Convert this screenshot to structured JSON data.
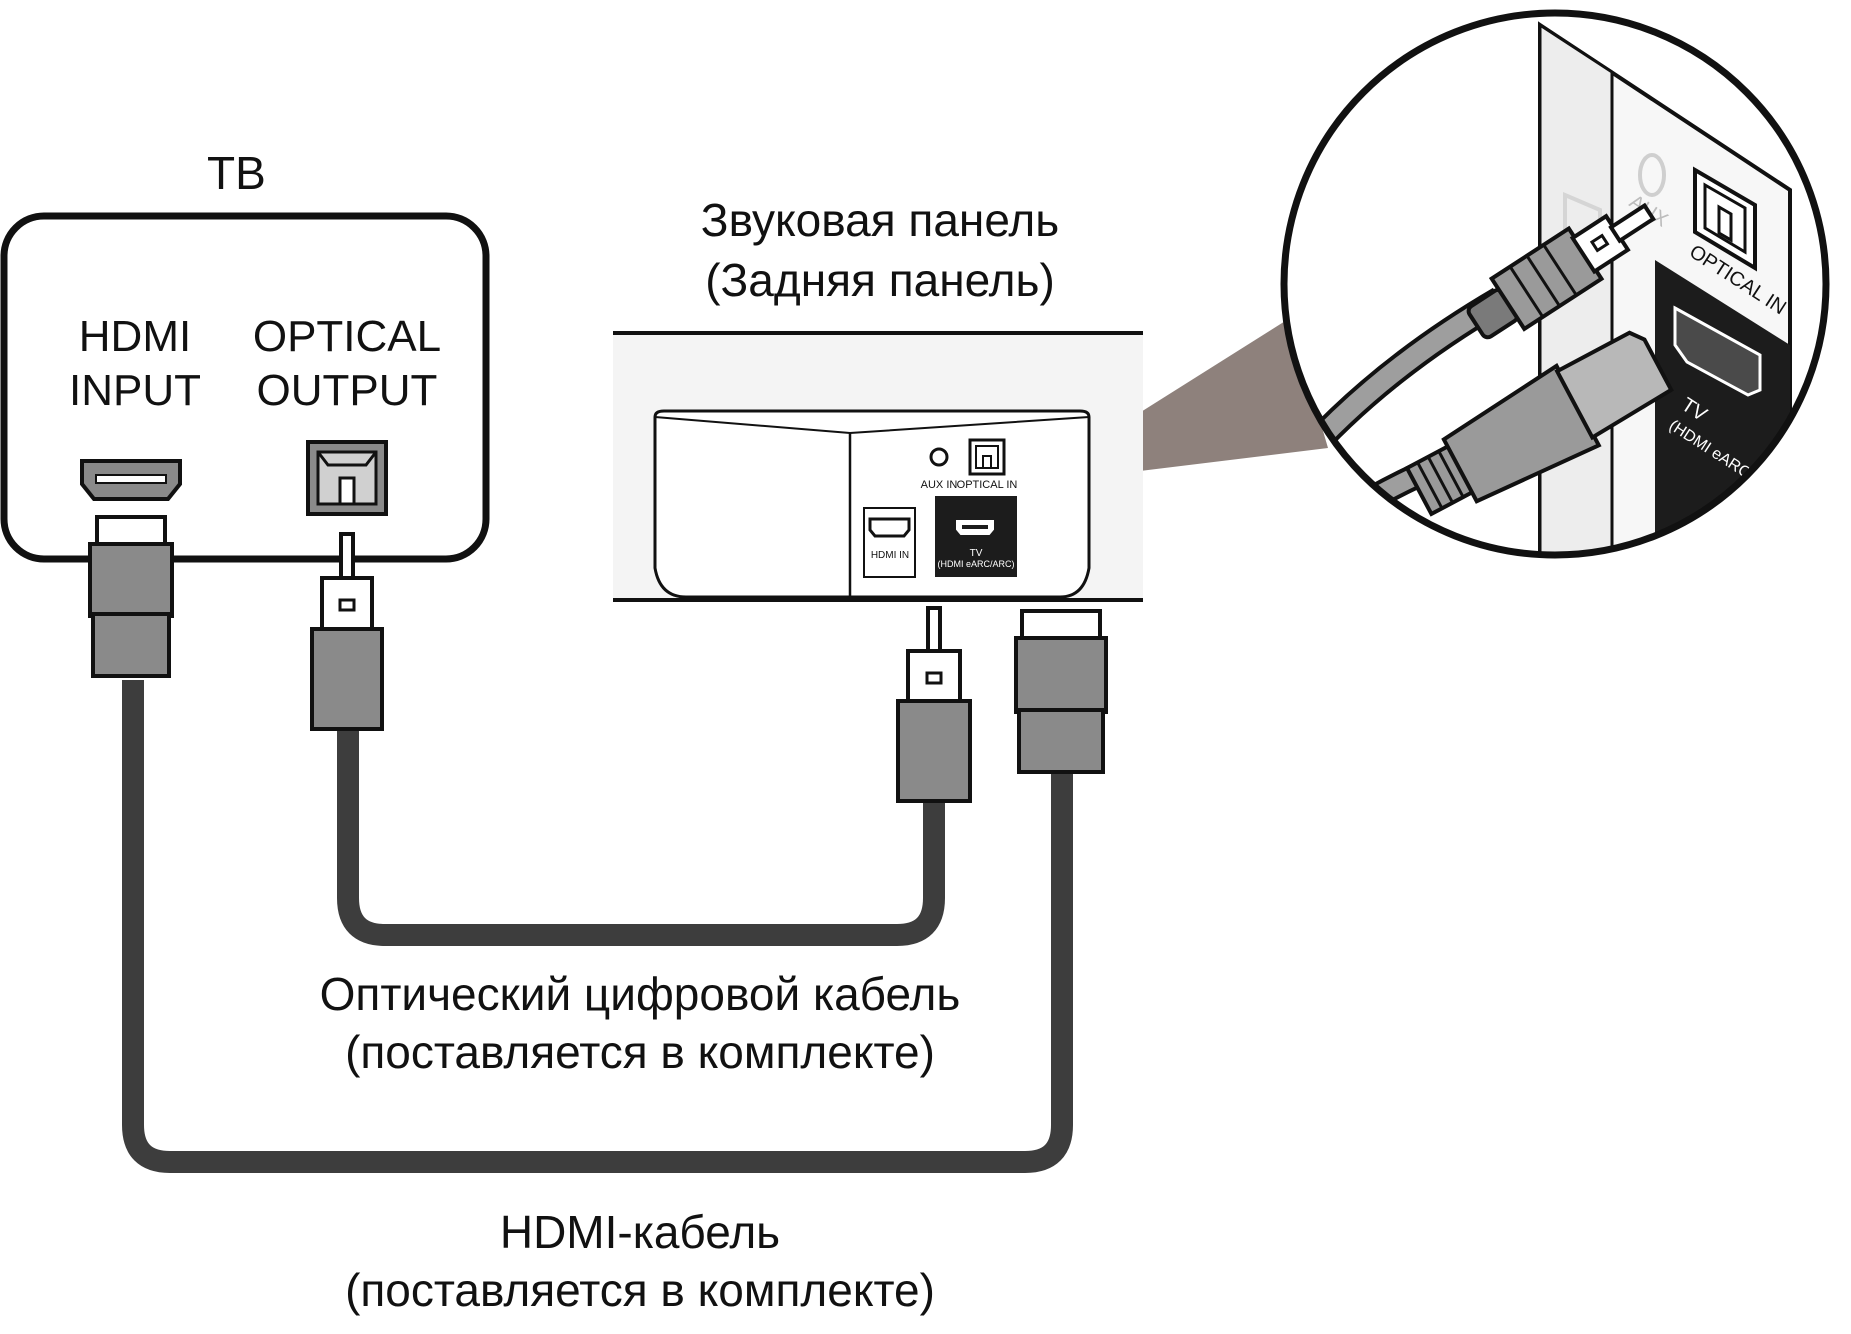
{
  "tv": {
    "title": "ТВ",
    "hdmi_port": [
      "HDMI",
      "INPUT"
    ],
    "optical_port": [
      "OPTICAL",
      "OUTPUT"
    ]
  },
  "soundbar": {
    "title": [
      "Звуковая панель",
      "(Задняя панель)"
    ],
    "ports": {
      "aux": "AUX IN",
      "optical": "OPTICAL IN",
      "hdmi_in": "HDMI IN",
      "tv": [
        "TV",
        "(HDMI eARC/ARC)"
      ]
    }
  },
  "zoom": {
    "aux": "AUX",
    "optical": "OPTICAL IN",
    "tv": [
      "TV",
      "(HDMI eARC/ARC)"
    ]
  },
  "cables": {
    "optical": [
      "Оптический цифровой кабель",
      "(поставляется в комплекте)"
    ],
    "hdmi": [
      "HDMI-кабель",
      "(поставляется в комплекте)"
    ]
  },
  "colors": {
    "line": "#111111",
    "cable": "#3d3d3d",
    "plug": "#8a8a8a",
    "panel": "#f4f4f4",
    "zoom_beam": "#8e817c",
    "dark_panel": "#1c1c1c"
  }
}
